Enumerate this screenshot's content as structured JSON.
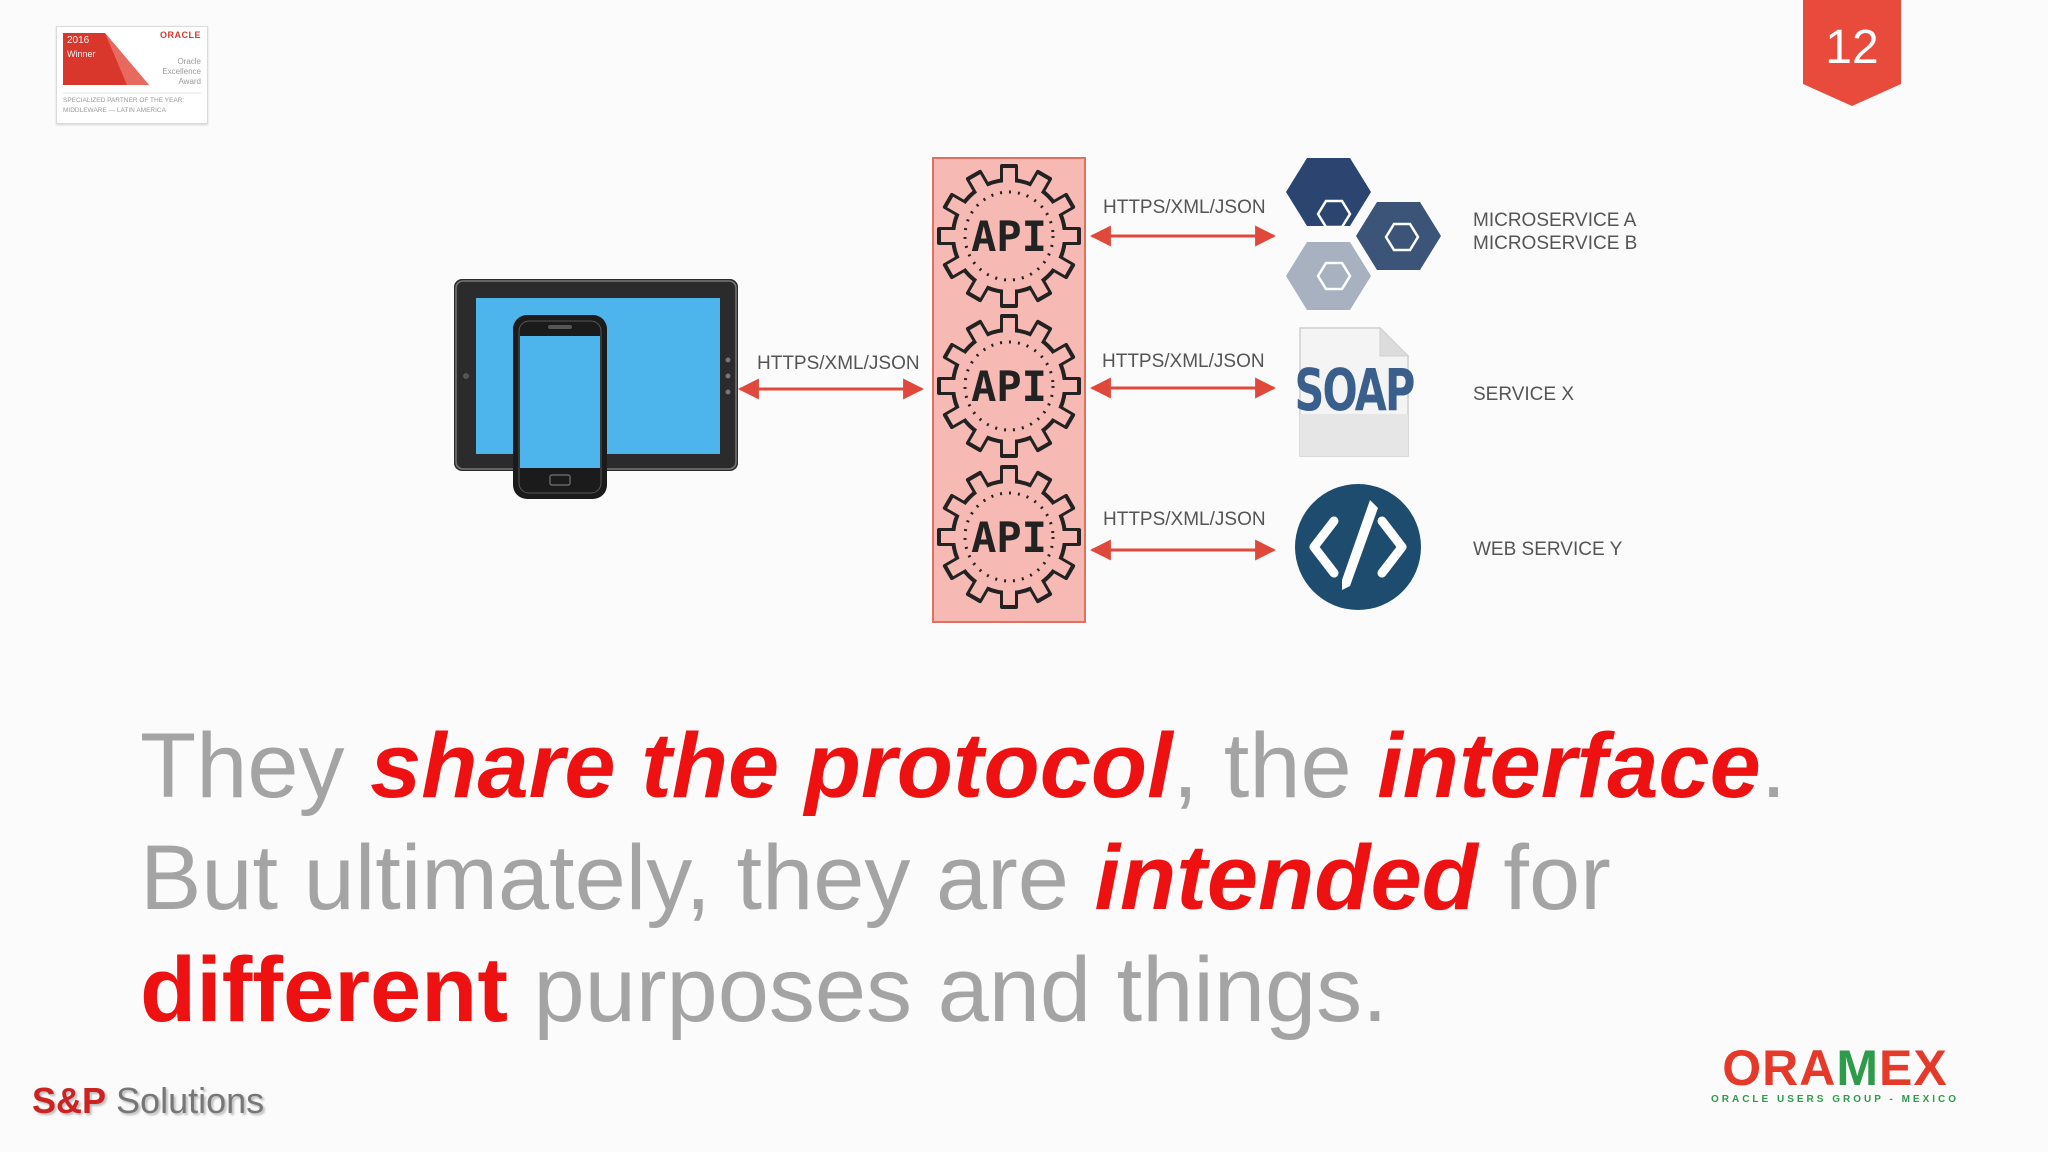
{
  "award": {
    "year": "2016",
    "winner": "Winner",
    "brand": "ORACLE",
    "excellence_line1": "Oracle",
    "excellence_line2": "Excellence",
    "excellence_line3": "Award",
    "specialized_line1": "SPECIALIZED PARTNER OF THE YEAR:",
    "specialized_line2": "MIDDLEWARE — LATIN AMERICA"
  },
  "slide_number": "12",
  "diagram": {
    "client_protocol_label": "HTTPS/XML/JSON",
    "gateway": {
      "fill": "#f7b9b3",
      "border": "#e0705f",
      "api_labels": [
        "API",
        "API",
        "API"
      ]
    },
    "arrow_color": "#e0483c",
    "backends": [
      {
        "protocol": "HTTPS/XML/JSON",
        "names": [
          "MICROSERVICE A",
          "MICROSERVICE B"
        ],
        "icon": "hexagon-cluster-icon"
      },
      {
        "protocol": "HTTPS/XML/JSON",
        "names": [
          "SERVICE X"
        ],
        "icon": "soap-document-icon",
        "icon_text": "SOAP"
      },
      {
        "protocol": "HTTPS/XML/JSON",
        "names": [
          "WEB SERVICE Y"
        ],
        "icon": "code-pen-icon"
      }
    ]
  },
  "headline": {
    "line1": {
      "p1": "They ",
      "h1": "share the protocol",
      "p2": ", the ",
      "h2": "interface",
      "p3": "."
    },
    "line2": {
      "p1": "But ultimately, they are ",
      "h1": "intended",
      "p2": " for"
    },
    "line3": {
      "h1": "different",
      "p1": " purposes and things."
    }
  },
  "footer": {
    "sp_brand": "S&P",
    "sp_solutions": " Solutions",
    "oramex_ora": "ORA",
    "oramex_m": "M",
    "oramex_ex": "EX",
    "oramex_sub": "ORACLE USERS GROUP - MEXICO"
  },
  "colors": {
    "accent_red": "#ee1111",
    "text_gray": "#a4a4a4",
    "badge_red": "#e84a3b",
    "hex_dark": "#2b4570",
    "hex_mid": "#3b5478",
    "hex_light": "#a7b1c0",
    "code_circle": "#1e4c6e"
  }
}
